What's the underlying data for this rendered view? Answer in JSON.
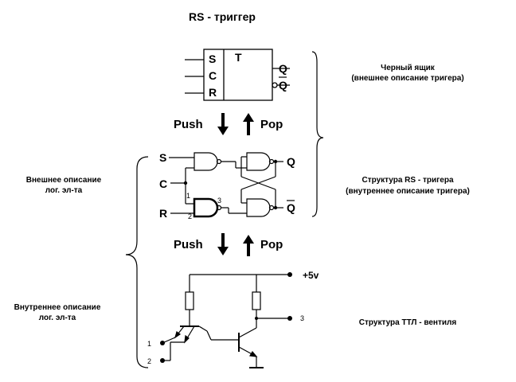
{
  "title": "RS - триггер",
  "black_box": {
    "inputs": [
      "S",
      "C",
      "R"
    ],
    "label": "T",
    "outputs": [
      "Q",
      "Q"
    ]
  },
  "arrows": {
    "push": "Push",
    "pop": "Pop"
  },
  "gate_structure": {
    "inputs": [
      "S",
      "C",
      "R"
    ],
    "outputs": [
      "Q",
      "Q"
    ],
    "pin1": "1",
    "pin2": "2",
    "pin3": "3"
  },
  "ttl": {
    "supply": "+5v",
    "out_pin": "3",
    "in_pin1": "1",
    "in_pin2": "2"
  },
  "notes": {
    "black_box_title": "Черный ящик",
    "black_box_sub": "(внешнее описание тригера)",
    "structure_title": "Структура RS - тригера",
    "structure_sub": "(внутреннее описание тригера)",
    "ttl_title": "Структура ТТЛ - вентиля",
    "external_line1": "Внешнее описание",
    "external_line2": "лог. эл-та",
    "internal_line1": "Внутреннее описание",
    "internal_line2": "лог. эл-та"
  }
}
